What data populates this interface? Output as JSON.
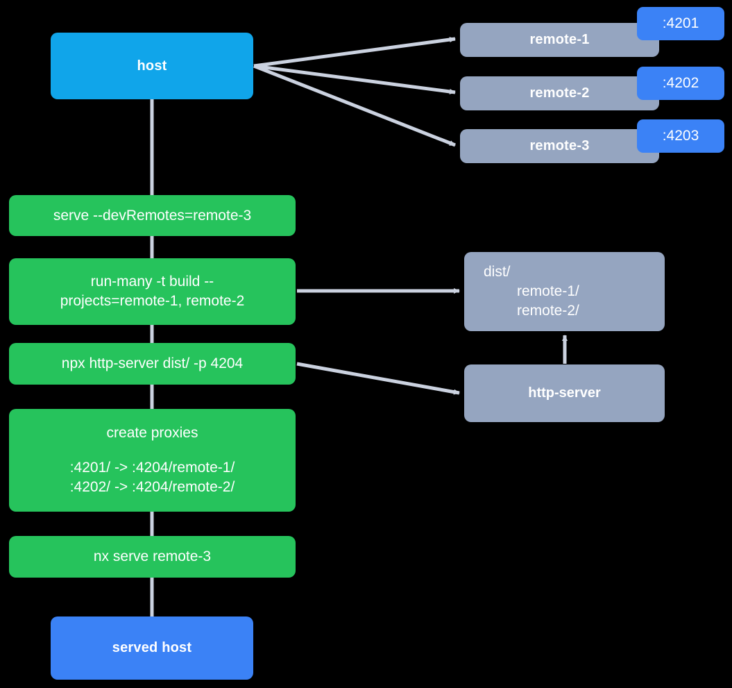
{
  "diagram": {
    "title": "Nx module federation host and remotes serving flow",
    "colors": {
      "background": "#000000",
      "host": "#10A5EA",
      "served_host": "#3B82F6",
      "remote": "#95A5C0",
      "command": "#26C35C",
      "badge": "#3B82F6",
      "edge": "#CBD2E0",
      "text": "#FFFFFF"
    },
    "nodes": {
      "host": {
        "label": "host"
      },
      "remote_1": {
        "label": "remote-1",
        "port": ":4201"
      },
      "remote_2": {
        "label": "remote-2",
        "port": ":4202"
      },
      "remote_3": {
        "label": "remote-3",
        "port": ":4203"
      },
      "serve_dev_remotes": {
        "label": "serve --devRemotes=remote-3"
      },
      "run_many": {
        "line1": "run-many -t build --",
        "line2": "projects=remote-1, remote-2"
      },
      "http_server_cmd": {
        "label": "npx http-server dist/ -p 4204"
      },
      "create_proxies": {
        "title": "create proxies",
        "proxy1": ":4201/ -> :4204/remote-1/",
        "proxy2": ":4202/ -> :4204/remote-2/"
      },
      "nx_serve_remote_3": {
        "label": "nx serve remote-3"
      },
      "served_host": {
        "label": "served host"
      },
      "dist": {
        "line1": "dist/",
        "line2": "remote-1/",
        "line3": "remote-2/"
      },
      "http_server": {
        "label": "http-server"
      }
    },
    "edges": [
      {
        "from": "host",
        "to": "remote-1",
        "arrow": true
      },
      {
        "from": "host",
        "to": "remote-2",
        "arrow": true
      },
      {
        "from": "host",
        "to": "remote-3",
        "arrow": true
      },
      {
        "from": "host",
        "to": "serve --devRemotes=remote-3",
        "arrow": false
      },
      {
        "from": "serve --devRemotes=remote-3",
        "to": "run-many -t build --projects=remote-1, remote-2",
        "arrow": false
      },
      {
        "from": "run-many -t build --projects=remote-1, remote-2",
        "to": "dist/",
        "arrow": true
      },
      {
        "from": "run-many -t build --projects=remote-1, remote-2",
        "to": "npx http-server dist/ -p 4204",
        "arrow": false
      },
      {
        "from": "npx http-server dist/ -p 4204",
        "to": "http-server",
        "arrow": true
      },
      {
        "from": "http-server",
        "to": "dist/",
        "arrow": true
      },
      {
        "from": "npx http-server dist/ -p 4204",
        "to": "create proxies",
        "arrow": false
      },
      {
        "from": "create proxies",
        "to": "nx serve remote-3",
        "arrow": false
      },
      {
        "from": "nx serve remote-3",
        "to": "served host",
        "arrow": false
      }
    ]
  }
}
